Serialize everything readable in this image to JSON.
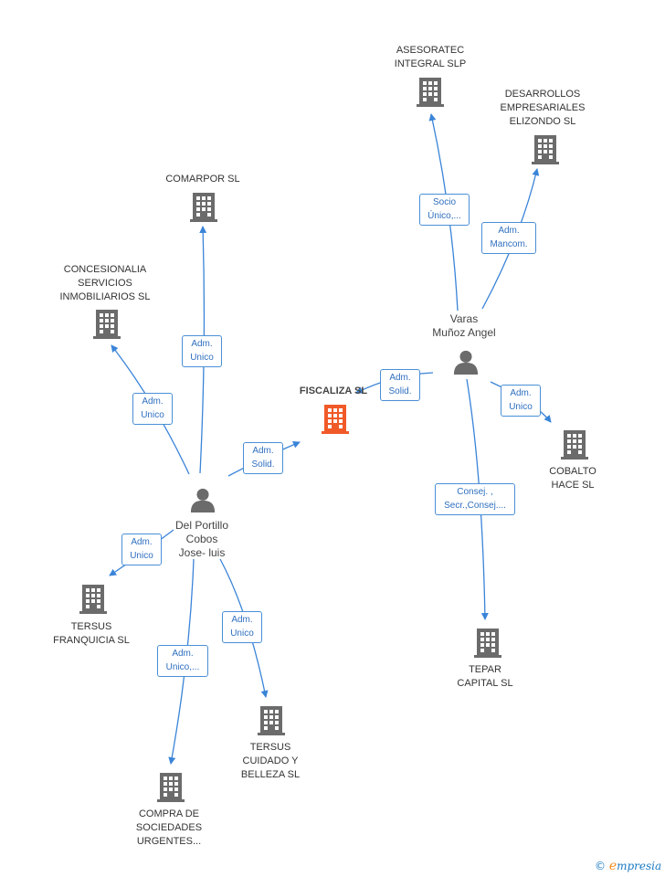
{
  "colors": {
    "edge": "#3a84d8",
    "building": "#6b6b6b",
    "focus_building": "#f05a28",
    "label_border": "#4a8fd6"
  },
  "focus": {
    "name": "FISCALIZA SL"
  },
  "companies": {
    "asesoratec": "ASESORATEC\nINTEGRAL SLP",
    "desarrollos": "DESARROLLOS\nEMPRESARIALES\nELIZONDO SL",
    "comarpor": "COMARPOR SL",
    "concesionalia": "CONCESIONALIA\nSERVICIOS\nINMOBILIARIOS SL",
    "cobalto": "COBALTO\nHACE SL",
    "tersus_franquicia": "TERSUS\nFRANQUICIA SL",
    "tepar": "TEPAR\nCAPITAL SL",
    "tersus_cuidado": "TERSUS\nCUIDADO Y\nBELLEZA SL",
    "compra": "COMPRA DE\nSOCIEDADES\nURGENTES..."
  },
  "persons": {
    "varas": "Varas\nMuñoz Angel",
    "portillo": "Del Portillo\nCobos\nJose- luis"
  },
  "edges": {
    "varas_asesoratec": "Socio\nÚnico,...",
    "varas_desarrollos": "Adm.\nMancom.",
    "varas_fiscaliza": "Adm.\nSolid.",
    "varas_cobalto": "Adm.\nUnico",
    "varas_tepar": "Consej. ,\nSecr.,Consej....",
    "portillo_comarpor": "Adm.\nUnico",
    "portillo_concesionalia": "Adm.\nUnico",
    "portillo_fiscaliza": "Adm.\nSolid.",
    "portillo_franquicia": "Adm.\nUnico",
    "portillo_compra": "Adm.\nUnico,...",
    "portillo_cuidado": "Adm.\nUnico"
  },
  "brand": {
    "copyright": "©",
    "first_letter": "e",
    "rest": "mpresia"
  }
}
